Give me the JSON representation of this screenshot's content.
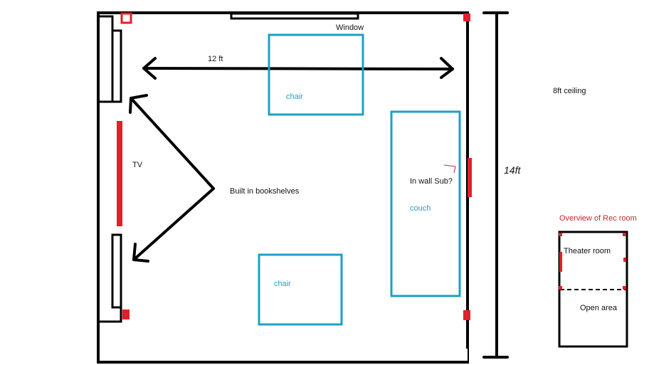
{
  "labels": {
    "window": "Window",
    "width_dim": "12 ft",
    "ceiling": "8ft ceiling",
    "tv": "TV",
    "bookshelves": "Built in bookshelves",
    "chair_top": "chair",
    "chair_bottom": "chair",
    "couch": "couch",
    "sub": "In wall Sub?",
    "length_dim": "14ft",
    "overview_title": "Overview of Rec room",
    "theater": "Theater room",
    "open_area": "Open area"
  },
  "colors": {
    "wall": "#000000",
    "furniture": "#1ba1c4",
    "speaker": "#e0202a",
    "overview_title": "#c0282e",
    "text": "#111111"
  }
}
